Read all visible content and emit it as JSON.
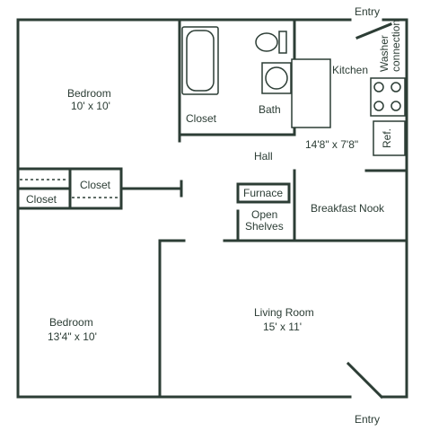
{
  "labels": {
    "entry_top": "Entry",
    "entry_bottom": "Entry",
    "washer": [
      "Washer",
      "connection"
    ],
    "kitchen": "Kitchen",
    "bedroom1_name": "Bedroom",
    "bedroom1_dim": "10' x 10'",
    "closet_bath": "Closet",
    "bath": "Bath",
    "kitchen_dim": "14'8\" x 7'8\"",
    "ref": "Ref.",
    "hall": "Hall",
    "closet_upper": "Closet",
    "closet_lower": "Closet",
    "furnace": "Furnace",
    "breakfast_nook": "Breakfast Nook",
    "open_shelves": [
      "Open",
      "Shelves"
    ],
    "bedroom2_name": "Bedroom",
    "bedroom2_dim": "13'4\" x 10'",
    "living_name": "Living Room",
    "living_dim": "15' x 11'"
  },
  "colors": {
    "ink": "#2c3d35",
    "paper": "#ffffff"
  }
}
